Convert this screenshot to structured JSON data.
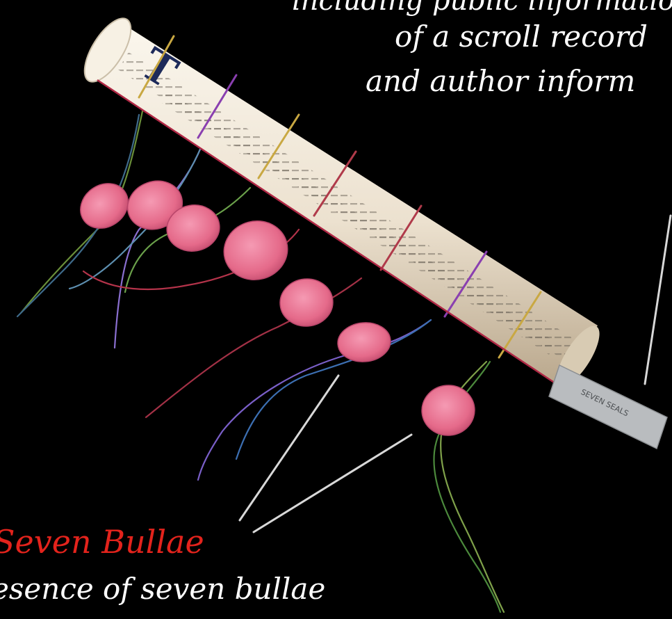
{
  "captions": {
    "top_line_1": "including public information",
    "top_line_2": "of a scroll record",
    "top_line_3": "and author inform"
  },
  "bullae": {
    "heading": "Seven Bullae",
    "description": "esence of seven bullae",
    "count": 7
  },
  "scroll": {
    "initial_letter": "T",
    "tag_text": "SEVEN SEALS"
  },
  "colors": {
    "background": "#000000",
    "heading_red": "#e3231c",
    "seal_pink": "#e8708f",
    "parchment": "#efe6d6",
    "caption_white": "#ffffff"
  }
}
